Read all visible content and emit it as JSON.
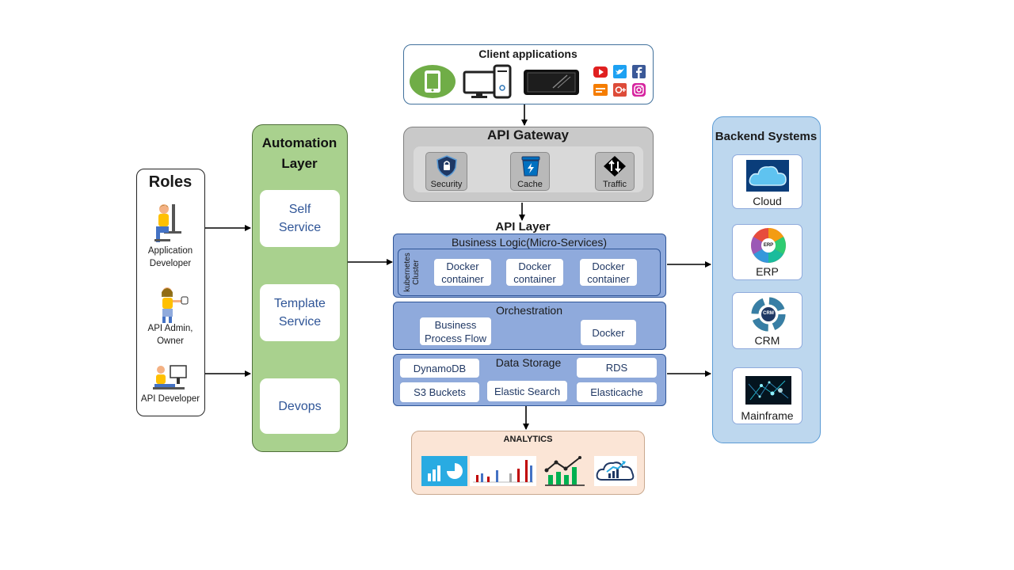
{
  "roles": {
    "title": "Roles",
    "items": [
      {
        "line1": "Application",
        "line2": "Developer"
      },
      {
        "line1": "API Admin,",
        "line2": "Owner"
      },
      {
        "line1": "API Developer",
        "line2": ""
      }
    ]
  },
  "automation": {
    "title_line1": "Automation",
    "title_line2": "Layer",
    "boxes": [
      {
        "line1": "Self",
        "line2": "Service"
      },
      {
        "line1": "Template",
        "line2": "Service"
      },
      {
        "line1": "Devops",
        "line2": ""
      }
    ]
  },
  "client": {
    "title": "Client applications",
    "social_icons": [
      "youtube-icon",
      "twitter-icon",
      "facebook-icon",
      "blogger-icon",
      "google-plus-icon",
      "instagram-icon"
    ]
  },
  "gateway": {
    "title": "API Gateway",
    "items": [
      "Security",
      "Cache",
      "Traffic"
    ]
  },
  "api_layer": {
    "title": "API Layer",
    "business_logic": "Business Logic(Micro-Services)",
    "cluster_line1": "kubernetes",
    "cluster_line2": "Cluster",
    "containers": [
      {
        "line1": "Docker",
        "line2": "container"
      },
      {
        "line1": "Docker",
        "line2": "container"
      },
      {
        "line1": "Docker",
        "line2": "container"
      }
    ],
    "orchestration": "Orchestration",
    "bpf_line1": "Business",
    "bpf_line2": "Process Flow",
    "docker": "Docker",
    "data_storage": "Data Storage",
    "stores": [
      "DynamoDB",
      "RDS",
      "S3 Buckets",
      "Elastic Search",
      "Elasticache"
    ]
  },
  "analytics": {
    "title": "ANALYTICS"
  },
  "backend": {
    "title": "Backend Systems",
    "items": [
      "Cloud",
      "ERP",
      "CRM",
      "Mainframe"
    ],
    "erp_badge": "ERP",
    "crm_badge": "CRM"
  },
  "colors": {
    "automation_green": "#a9d18e",
    "api_blue": "#8faadc",
    "gateway_gray": "#c9c9c9",
    "backend_blue": "#bdd7ee",
    "analytics_peach": "#fbe5d6"
  }
}
